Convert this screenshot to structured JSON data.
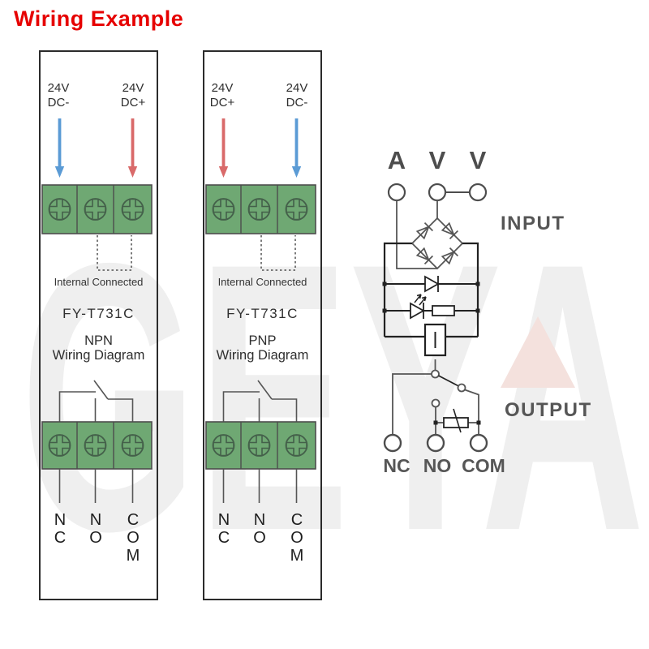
{
  "title": "Wiring Example",
  "watermark": "GEYA",
  "colors": {
    "title_red": "#e60000",
    "terminal_green": "#6fa873",
    "arrow_blue": "#5b9bd5",
    "arrow_red": "#d96a6a"
  },
  "panels": [
    {
      "power_left": "24V\nDC-",
      "power_right": "24V\nDC+",
      "arrow_left_color": "#5b9bd5",
      "arrow_right_color": "#d96a6a",
      "internal_note": "Internal Connected",
      "model": "FY-T731C",
      "transistor_type": "NPN",
      "subtitle": "Wiring Diagram",
      "terminals": [
        "N\nC",
        "N\nO",
        "C\nO\nM"
      ]
    },
    {
      "power_left": "24V\nDC+",
      "power_right": "24V\nDC-",
      "arrow_left_color": "#d96a6a",
      "arrow_right_color": "#5b9bd5",
      "internal_note": "Internal Connected",
      "model": "FY-T731C",
      "transistor_type": "PNP",
      "subtitle": "Wiring Diagram",
      "terminals": [
        "N\nC",
        "N\nO",
        "C\nO\nM"
      ]
    }
  ],
  "schematic": {
    "input_terminals": [
      "A",
      "V",
      "V"
    ],
    "input_label": "INPUT",
    "output_label": "OUTPUT",
    "output_terminals": [
      "NC",
      "NO",
      "COM"
    ]
  }
}
